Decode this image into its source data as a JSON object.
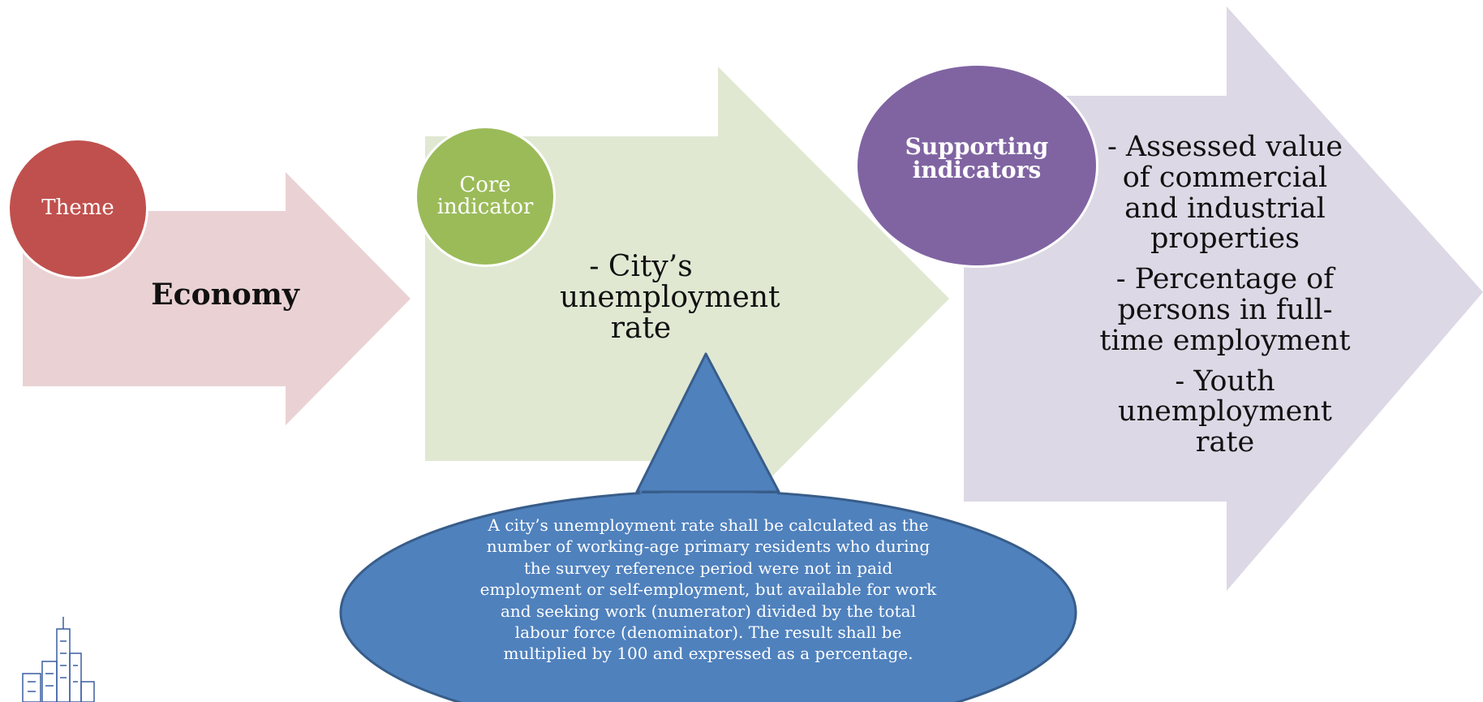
{
  "colors": {
    "theme_arrow": "#ead2d4",
    "theme_circle": "#c0504d",
    "core_arrow": "#e0e8d2",
    "core_circle": "#9bbb59",
    "supporting_arrow": "#dcd8e5",
    "supporting_circle": "#8064a2",
    "callout": "#4f81bd",
    "callout_border": "#385d8a"
  },
  "theme": {
    "label": "Theme",
    "value": "Economy"
  },
  "core": {
    "label_line1": "Core",
    "label_line2": "indicator",
    "value_line1": "- City’s",
    "value_line2": "unemployment",
    "value_line3": "rate"
  },
  "supporting": {
    "label_line1": "Supporting",
    "label_line2": "indicators",
    "items": [
      {
        "lines": [
          "- Assessed value",
          "of commercial",
          "and industrial",
          "properties"
        ]
      },
      {
        "lines": [
          "- Percentage of",
          "persons in full-",
          "time employment"
        ]
      },
      {
        "lines": [
          "- Youth",
          "unemployment",
          "rate"
        ]
      }
    ]
  },
  "callout": {
    "lines": [
      "A city’s unemployment rate shall be calculated as the",
      "number of working-age primary residents who during",
      "the survey reference period were not in paid",
      "employment or self-employment, but available for work",
      "and seeking work (numerator) divided by the total",
      "labour force (denominator). The result shall be",
      "multiplied by 100 and expressed as a percentage."
    ]
  },
  "logo": {
    "icon": "city-skyline-logo"
  }
}
